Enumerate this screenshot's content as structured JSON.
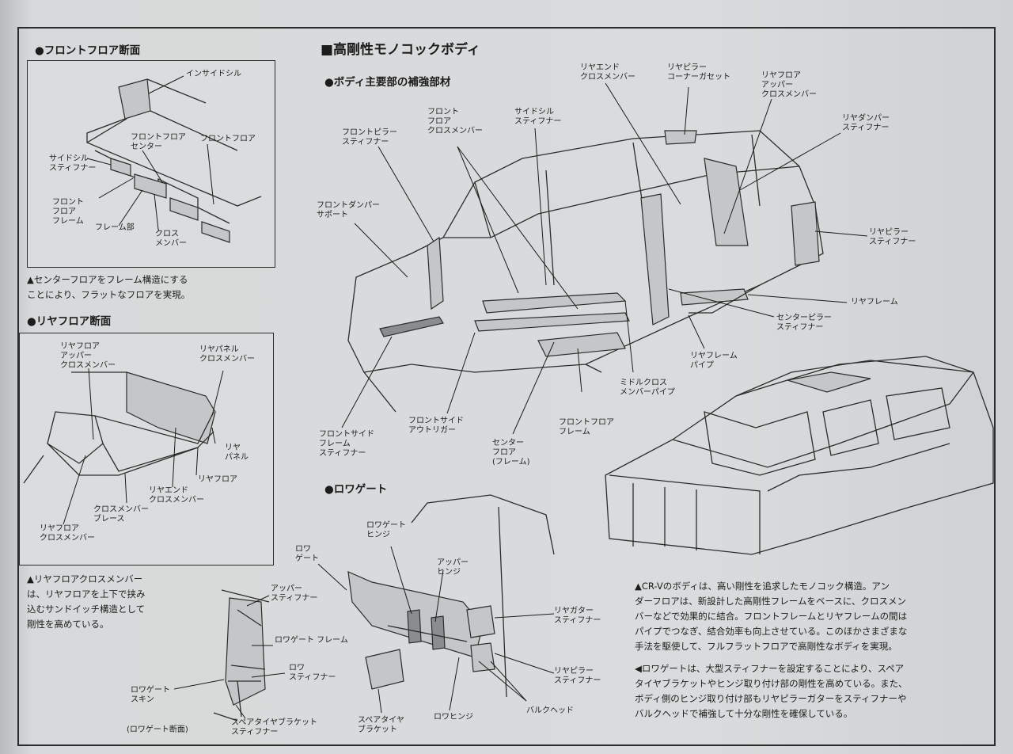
{
  "main": {
    "title": "■高剛性モノコックボディ"
  },
  "front_floor": {
    "heading": "●フロントフロア断面",
    "labels": {
      "inside_sill": "インサイドシル",
      "center": "フロントフロア\nセンター",
      "floor": "フロントフロア",
      "side_sill": "サイドシル\nスティフナー",
      "front_floor_frame": "フロント\nフロア\nフレーム",
      "frame": "フレーム部",
      "cross": "クロス\nメンバー"
    },
    "caption": "▲センターフロアをフレーム構造にする\nことにより、フラットなフロアを実現。"
  },
  "rear_floor": {
    "heading": "●リヤフロア断面",
    "labels": {
      "upper_cross": "リヤフロア\nアッパー\nクロスメンバー",
      "panel_cross": "リヤパネル\nクロスメンバー",
      "panel": "リヤ\nパネル",
      "floor": "リヤフロア",
      "end_cross": "リヤエンド\nクロスメンバー",
      "brace": "クロスメンバー\nブレース",
      "floor_cross": "リヤフロア\nクロスメンバー"
    },
    "caption": "▲リヤフロアクロスメンバー\nは、リヤフロアを上下で挟み\n込むサンドイッチ構造として\n剛性を高めている。"
  },
  "body": {
    "heading": "●ボディ主要部の補強部材",
    "labels": {
      "front_pillar": "フロントピラー\nスティフナー",
      "front_floor_cross": "フロント\nフロア\nクロスメンバー",
      "side_sill": "サイドシル\nスティフナー",
      "rear_end_cross": "リヤエンド\nクロスメンバー",
      "rear_pillar_gusset": "リヤピラー\nコーナーガセット",
      "rear_floor_upper": "リヤフロア\nアッパー\nクロスメンバー",
      "rear_damper": "リヤダンパー\nスティフナー",
      "front_damper": "フロントダンパー\nサポート",
      "rear_pillar": "リヤピラー\nスティフナー",
      "rear_frame": "リヤフレーム",
      "center_pillar": "センターピラー\nスティフナー",
      "rear_frame_pipe": "リヤフレーム\nパイプ",
      "middle_cross": "ミドルクロス\nメンバーパイプ",
      "front_floor_frame": "フロントフロア\nフレーム",
      "center_floor": "センター\nフロア\n(フレーム)",
      "front_side_outrigger": "フロントサイド\nアウトリガー",
      "front_side_frame": "フロントサイド\nフレーム\nスティフナー"
    },
    "caption": "▲CR-Vのボディは、高い剛性を追求したモノコック構造。アン\nダーフロアは、新設計した高剛性フレームをベースに、クロスメン\nバーなどで効果的に結合。フロントフレームとリヤフレームの間は\nパイプでつなぎ、結合効率も向上させている。このほかさまざまな\n手法を駆使して、フルフラットフロアで高剛性なボディを実現。"
  },
  "tailgate": {
    "heading": "●ロワゲート",
    "labels": {
      "hinge": "ロワゲート\nヒンジ",
      "gate": "ロワ\nゲート",
      "upper_hinge": "アッパー\nヒンジ",
      "gutter": "リヤガター\nスティフナー",
      "pillar": "リヤピラー\nスティフナー",
      "bulkhead": "バルクヘッド",
      "lower_hinge": "ロワヒンジ",
      "spare_bracket": "スペアタイヤ\nブラケット",
      "upper_stiffener": "アッパー\nスティフナー",
      "frame": "ロワゲート フレーム",
      "lower_stiffener": "ロワ\nスティフナー",
      "skin": "ロワゲート\nスキン",
      "bracket_stiffener": "スペアタイヤブラケット\nスティフナー",
      "section": "(ロワゲート断面)"
    },
    "caption": "◀ロワゲートは、大型スティフナーを設定することにより、スペア\nタイヤブラケットやヒンジ取り付け部の剛性を高めている。また、\nボディ側のヒンジ取り付け部もリヤピラーガターをスティフナーや\nバルクヘッドで補強して十分な剛性を確保している。"
  }
}
